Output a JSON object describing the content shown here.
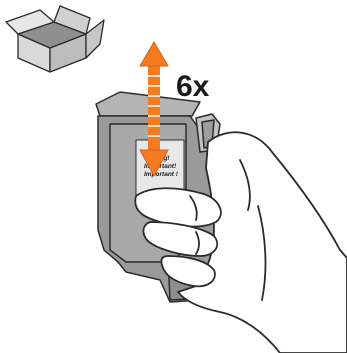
{
  "instruction": {
    "repeat_count": "6x",
    "label_lines": [
      "Wichtig!",
      "Important!",
      "Important !"
    ]
  },
  "colors": {
    "arrow": "#f47b20",
    "arrow_dark": "#d4621a",
    "outline": "#2b2b2b",
    "cartridge_body": "#9a9a9a",
    "label_bg": "#e8e8e8",
    "hand_fill": "#ffffff"
  },
  "icons": {
    "box": "open-box-icon",
    "arrow": "up-down-arrow-icon"
  }
}
